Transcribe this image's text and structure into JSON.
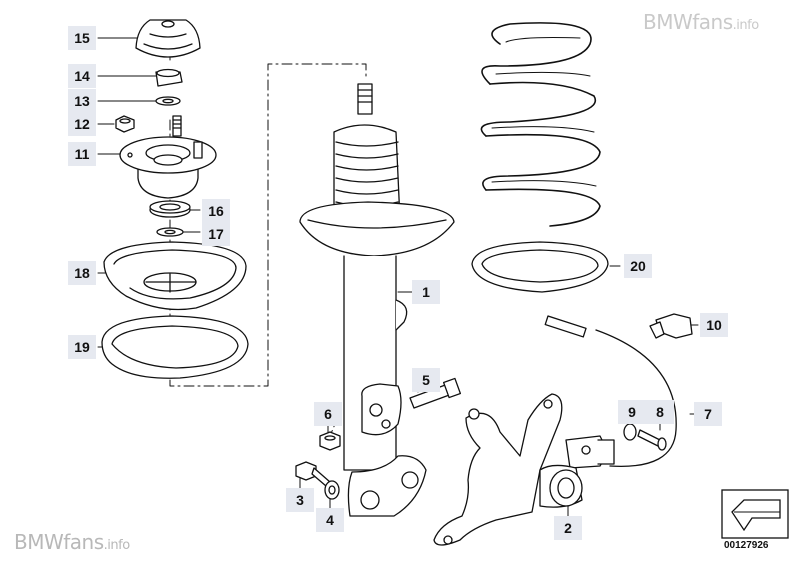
{
  "watermark": {
    "brand": "BMWfans",
    "suffix": ".info"
  },
  "diagram_number": "00127926",
  "callouts": {
    "c1": "1",
    "c2": "2",
    "c3": "3",
    "c4": "4",
    "c5": "5",
    "c6": "6",
    "c7": "7",
    "c8": "8",
    "c9": "9",
    "c10": "10",
    "c11": "11",
    "c12": "12",
    "c13": "13",
    "c14": "14",
    "c15": "15",
    "c16": "16",
    "c17": "17",
    "c18": "18",
    "c19": "19",
    "c20": "20"
  },
  "colors": {
    "ink": "#111111",
    "label_bg": "#e6e9f0",
    "watermark": "#c9c9c9"
  }
}
